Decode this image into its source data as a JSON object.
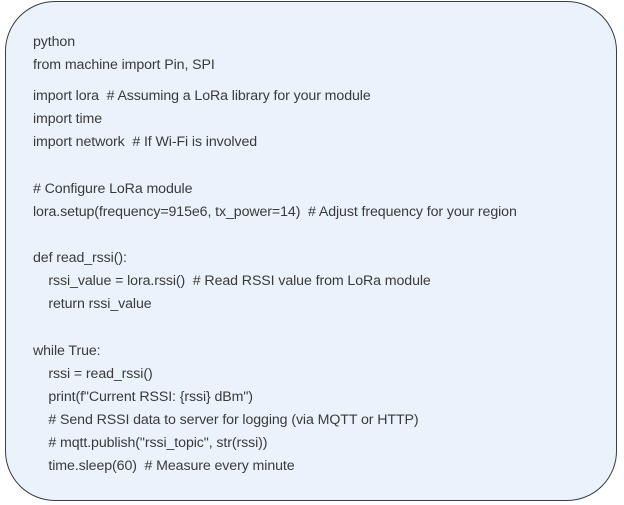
{
  "code_block": {
    "lines": [
      "python",
      "from machine import Pin, SPI",
      "import lora  # Assuming a LoRa library for your module",
      "import time",
      "import network  # If Wi-Fi is involved",
      "# Configure LoRa module",
      "lora.setup(frequency=915e6, tx_power=14)  # Adjust frequency for your region",
      "def read_rssi():",
      "    rssi_value = lora.rssi()  # Read RSSI value from LoRa module",
      "    return rssi_value",
      "while True:",
      "    rssi = read_rssi()",
      "    print(f\"Current RSSI: {rssi} dBm\")",
      "    # Send RSSI data to server for logging (via MQTT or HTTP)",
      "    # mqtt.publish(\"rssi_topic\", str(rssi))",
      "    time.sleep(60)  # Measure every minute"
    ]
  }
}
